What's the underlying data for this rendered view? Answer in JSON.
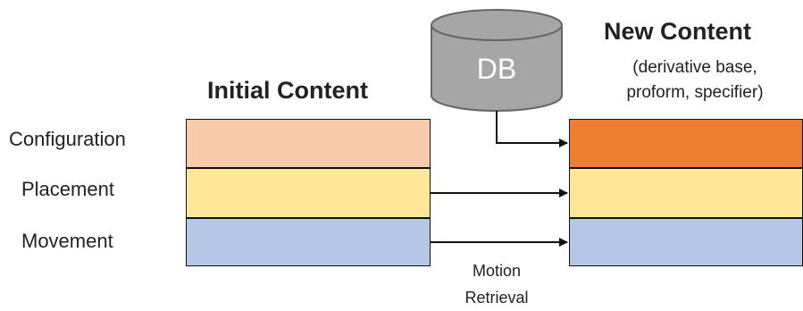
{
  "initial_content": {
    "title": "Initial Content",
    "rows": [
      {
        "label": "Configuration",
        "color": "#F8CBAD"
      },
      {
        "label": "Placement",
        "color": "#FFE699"
      },
      {
        "label": "Movement",
        "color": "#B4C7E7"
      }
    ]
  },
  "new_content": {
    "title": "New Content",
    "subtitle_line1": "(derivative base,",
    "subtitle_line2": "proform, specifier)",
    "rows": [
      {
        "color": "#ED7D31"
      },
      {
        "color": "#FFE699"
      },
      {
        "color": "#B4C7E7"
      }
    ]
  },
  "database": {
    "label": "DB",
    "color": "#A6A6A6"
  },
  "caption": {
    "line1": "Motion",
    "line2": "Retrieval"
  }
}
